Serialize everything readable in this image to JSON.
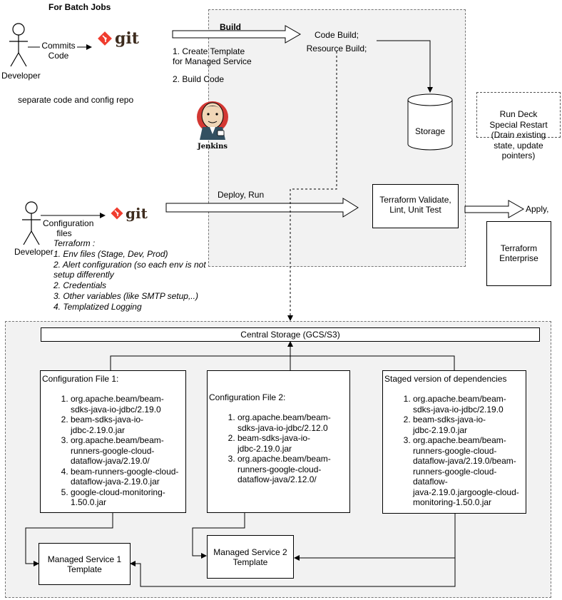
{
  "header": {
    "title": "For Batch Jobs"
  },
  "developer_top": {
    "label": "Developer",
    "commit_label_1": "Commits",
    "commit_label_2": "Code",
    "note": "separate code  and config repo",
    "git": "git"
  },
  "build": {
    "label": "Build",
    "step1_line1": "1. Create Template",
    "step1_line2": "for Managed Service",
    "step2": "2.  Build Code",
    "target_line1": "Code Build;",
    "target_line2": "Resource Build;",
    "jenkins": "Jenkins"
  },
  "storage": {
    "label": "Storage"
  },
  "run_deck": {
    "line1": "Run Deck",
    "line2": "Special Restart",
    "line3": "(Drain existing",
    "line4": "state, update",
    "line5": "pointers)"
  },
  "developer_bottom": {
    "label": "Developer",
    "config_line1": "Configuration",
    "config_line2": "files",
    "git": "git",
    "terraform_title": "Terraform :",
    "items": [
      "1. Env files (Stage, Dev, Prod)",
      "2. Alert configuration (so each env is not",
      "setup differently",
      "2. Credentials",
      "3. Other variables (like SMTP setup,..)",
      "4. Templatized Logging"
    ]
  },
  "deploy": {
    "label": "Deploy, Run",
    "validate_line1": "Terraform Validate,",
    "validate_line2": "Lint, Unit Test",
    "apply_label": "Apply,",
    "enterprise_line1": "Terraform",
    "enterprise_line2": "Enterprise"
  },
  "central_storage": {
    "label": "Central Storage (GCS/S3)"
  },
  "config_file_1": {
    "title": "Configuration File 1:",
    "items": [
      [
        "org.apache.beam/beam-",
        "sdks-java-io-jdbc/2.19.0"
      ],
      [
        "beam-sdks-java-io-",
        "jdbc-2.19.0.jar"
      ],
      [
        "org.apache.beam/beam-",
        "runners-google-cloud-",
        "dataflow-java/2.19.0/"
      ],
      [
        "beam-runners-google-cloud-",
        "dataflow-java-2.19.0.jar"
      ],
      [
        "google-cloud-monitoring-",
        "1.50.0.jar"
      ]
    ]
  },
  "config_file_2": {
    "title": "Configuration File 2:",
    "items": [
      [
        "org.apache.beam/beam-",
        "sdks-java-io-jdbc/2.12.0"
      ],
      [
        "beam-sdks-java-io-",
        "jdbc-2.19.0.jar"
      ],
      [
        "org.apache.beam/beam-",
        "runners-google-cloud-",
        "dataflow-java/2.12.0/"
      ]
    ]
  },
  "staged": {
    "title": "Staged version of dependencies",
    "items": [
      [
        "org.apache.beam/beam-",
        "sdks-java-io-jdbc/2.19.0"
      ],
      [
        "beam-sdks-java-io-",
        "jdbc-2.19.0.jar"
      ],
      [
        "org.apache.beam/beam-",
        "runners-google-cloud-",
        "dataflow-java/2.19.0/beam-",
        "runners-google-cloud-",
        "dataflow-",
        "java-2.19.0.jargoogle-cloud-",
        "monitoring-1.50.0.jar"
      ]
    ]
  },
  "managed_service_1": {
    "line1": "Managed Service 1",
    "line2": "Template"
  },
  "managed_service_2": {
    "line1": "Managed Service 2",
    "line2": "Template"
  },
  "colors": {
    "git_brand": "#f03c2e",
    "dashed_border": "#777777",
    "bottom_panel_bg": "#f2f2f2"
  }
}
